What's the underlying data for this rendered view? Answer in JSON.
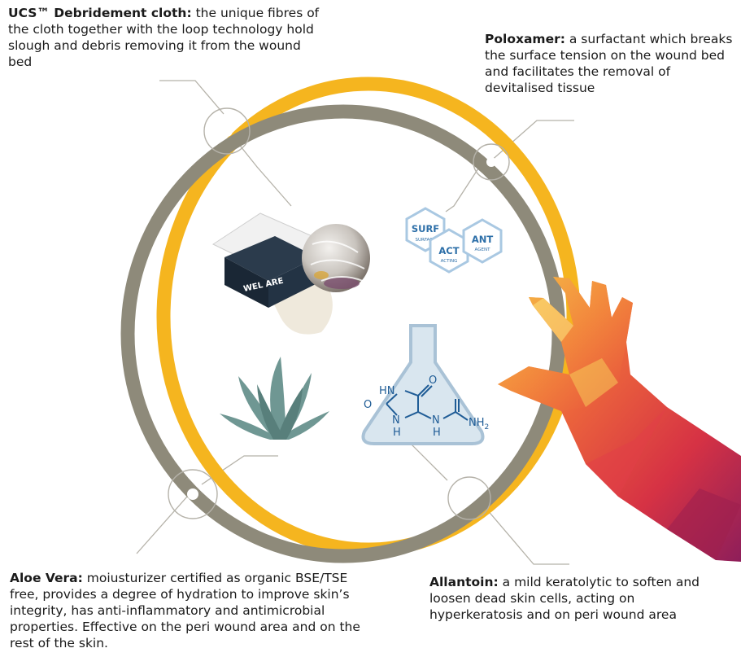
{
  "callouts": {
    "ucs": {
      "title": "UCS™ Debridement cloth:",
      "text": " the unique fibres of the cloth together with the loop technology hold slough and debris removing it from the wound bed"
    },
    "poloxamer": {
      "title": "Poloxamer:",
      "text": " a surfactant which breaks the surface tension on the wound bed and facilitates the removal of devitalised tissue"
    },
    "aloe": {
      "title": "Aloe Vera:",
      "text": " moiusturizer certified as organic BSE/TSE free, provides a degree of hydration to improve skin’s integrity, has anti-inflammatory and antimicrobial properties. Effective on the peri wound area and on the rest of the skin."
    },
    "allantoin": {
      "title": "Allantoin:",
      "text": " a mild keratolytic to soften and loosen dead skin cells, acting on hyperkeratosis and on peri wound area"
    }
  },
  "surfactant_hexagons": {
    "surf": "SURF",
    "surf_sub": "SURFACE",
    "act": "ACT",
    "act_sub": "ACTING",
    "ant": "ANT",
    "ant_sub": "AGENT"
  },
  "molecule": {
    "hn": "HN",
    "o1": "O",
    "o2": "O",
    "n1": "N",
    "h1": "H",
    "n2": "N",
    "h2": "H",
    "nh2": "NH",
    "nh2_sub": "2"
  },
  "product_box": {
    "brand": "WEL ARE"
  },
  "colors": {
    "yellow_ring": "#F5B51F",
    "grey_ring": "#8E8A7A",
    "hexagon": "#2D6FA8",
    "aloe": "#6F9793",
    "molecule": "#1F5C96",
    "flask": "#A9C2D6"
  }
}
